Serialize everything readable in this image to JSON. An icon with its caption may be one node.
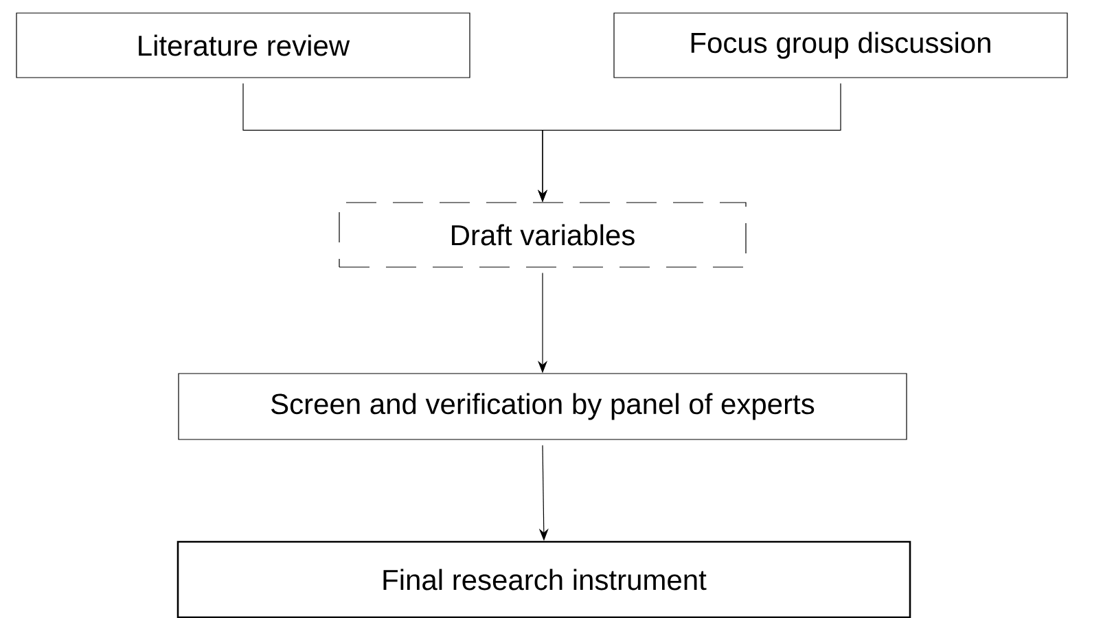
{
  "diagram": {
    "nodes": [
      {
        "text": [
          "Literature review"
        ]
      },
      {
        "text": [
          "Focus group discussion"
        ]
      },
      {
        "text": [
          "Draft variables"
        ]
      },
      {
        "text": [
          "Screen and verification by panel of experts"
        ]
      },
      {
        "text": [
          "Final research instrument"
        ]
      }
    ],
    "edges": [
      {
        "from": 0,
        "to": 2,
        "arrow": "to"
      },
      {
        "from": 1,
        "to": 2,
        "arrow": "to"
      },
      {
        "from": 2,
        "to": 3,
        "arrow": "to"
      },
      {
        "from": 3,
        "to": 4,
        "arrow": "to"
      }
    ]
  }
}
